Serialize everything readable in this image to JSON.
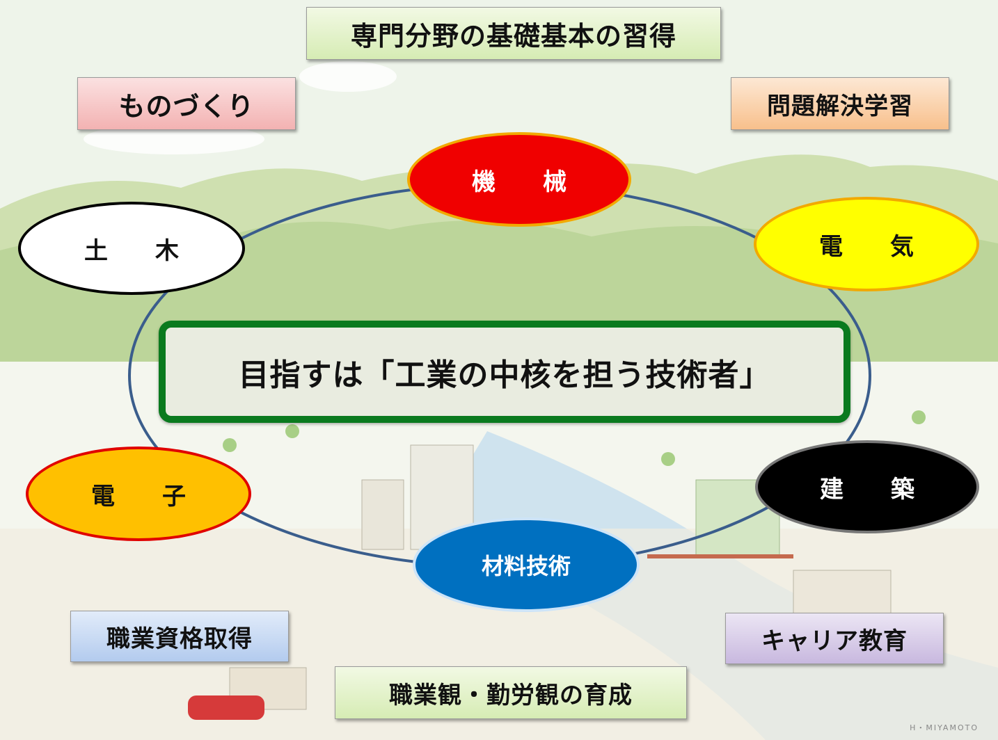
{
  "top_boxes": {
    "basics": "専門分野の基礎基本の習得",
    "monozukuri": "ものづくり",
    "problem_solving": "問題解決学習",
    "qualifications": "職業資格取得",
    "career": "キャリア教育",
    "work_ethic": "職業観・勤労観の育成"
  },
  "center_goal": "目指すは「工業の中核を担う技術者」",
  "departments": {
    "mechanical": "機　　械",
    "electrical": "電　　気",
    "civil": "土　　木",
    "electronics": "電　　子",
    "architecture": "建　　築",
    "materials": "材料技術"
  },
  "credit": "H・MIYAMOTO",
  "colors": {
    "mechanical": "#f00000",
    "electrical": "#ffff00",
    "civil": "#ffffff",
    "electronics": "#ffc000",
    "architecture": "#000000",
    "materials": "#0070c0",
    "center_border": "#0a7a1e",
    "ring": "#3a5d8c"
  }
}
